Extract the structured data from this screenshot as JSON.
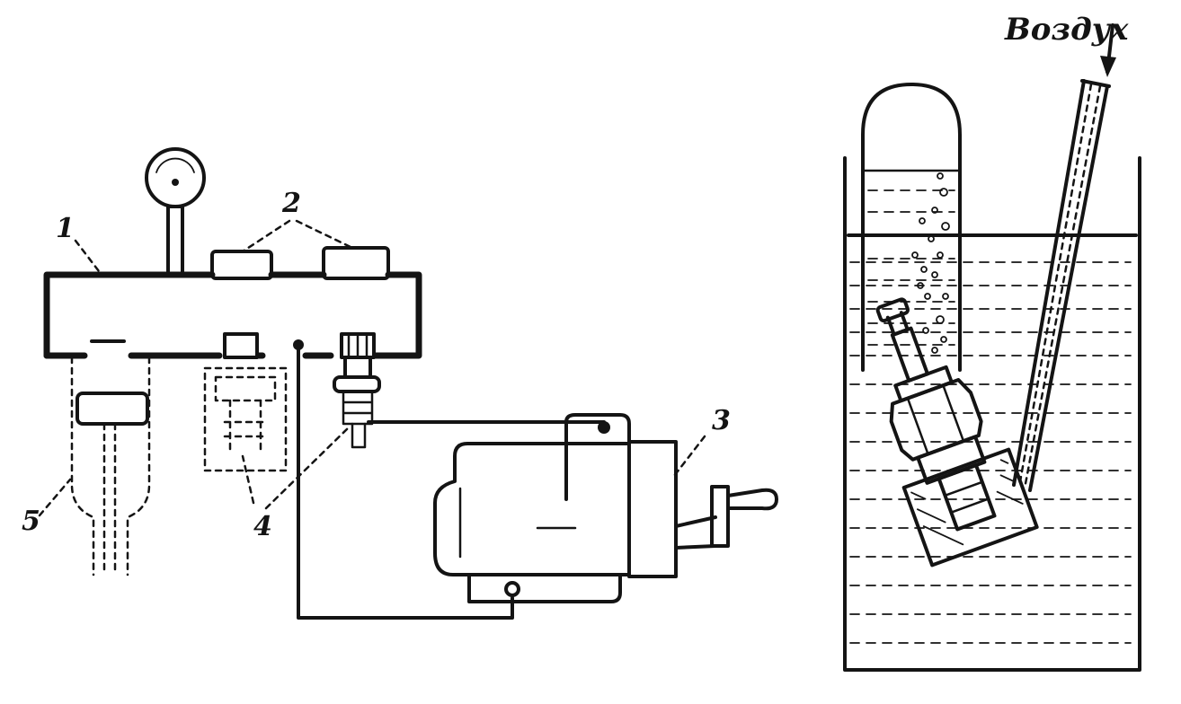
{
  "labels": {
    "callout_1": "1",
    "callout_2": "2",
    "callout_3": "3",
    "callout_4": "4",
    "callout_5": "5",
    "air": "Воздух"
  },
  "colors": {
    "ink": "#141414",
    "paper": "#ffffff"
  }
}
